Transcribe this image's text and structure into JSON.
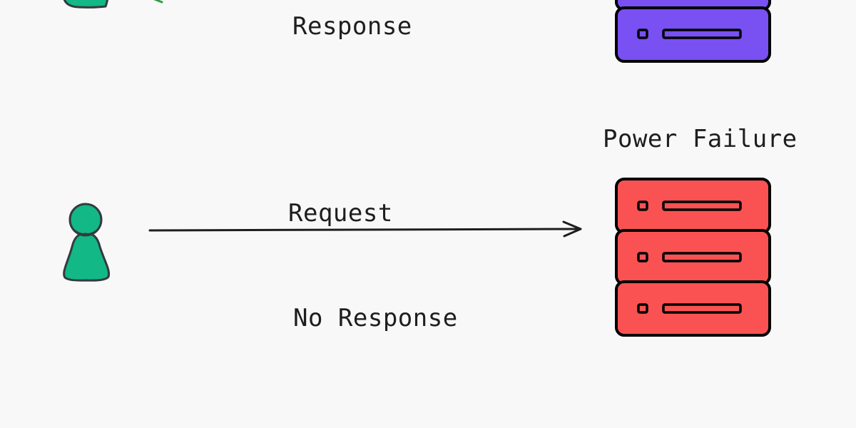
{
  "labels": {
    "top_response": "Response",
    "power_failure": "Power Failure",
    "request": "Request",
    "no_response": "No Response"
  },
  "colors": {
    "background": "#f8f8f8",
    "user_fill": "#12b886",
    "user_stroke": "#343a40",
    "green_arrow": "#2f9e44",
    "server_top_fill": "#7950f2",
    "server_failed_fill": "#fa5252",
    "server_stroke": "#000000",
    "arrow_stroke": "#1e1e1e",
    "text": "#1e1e1e"
  },
  "icons": {
    "user": "person-icon",
    "server": "server-rack-icon"
  }
}
